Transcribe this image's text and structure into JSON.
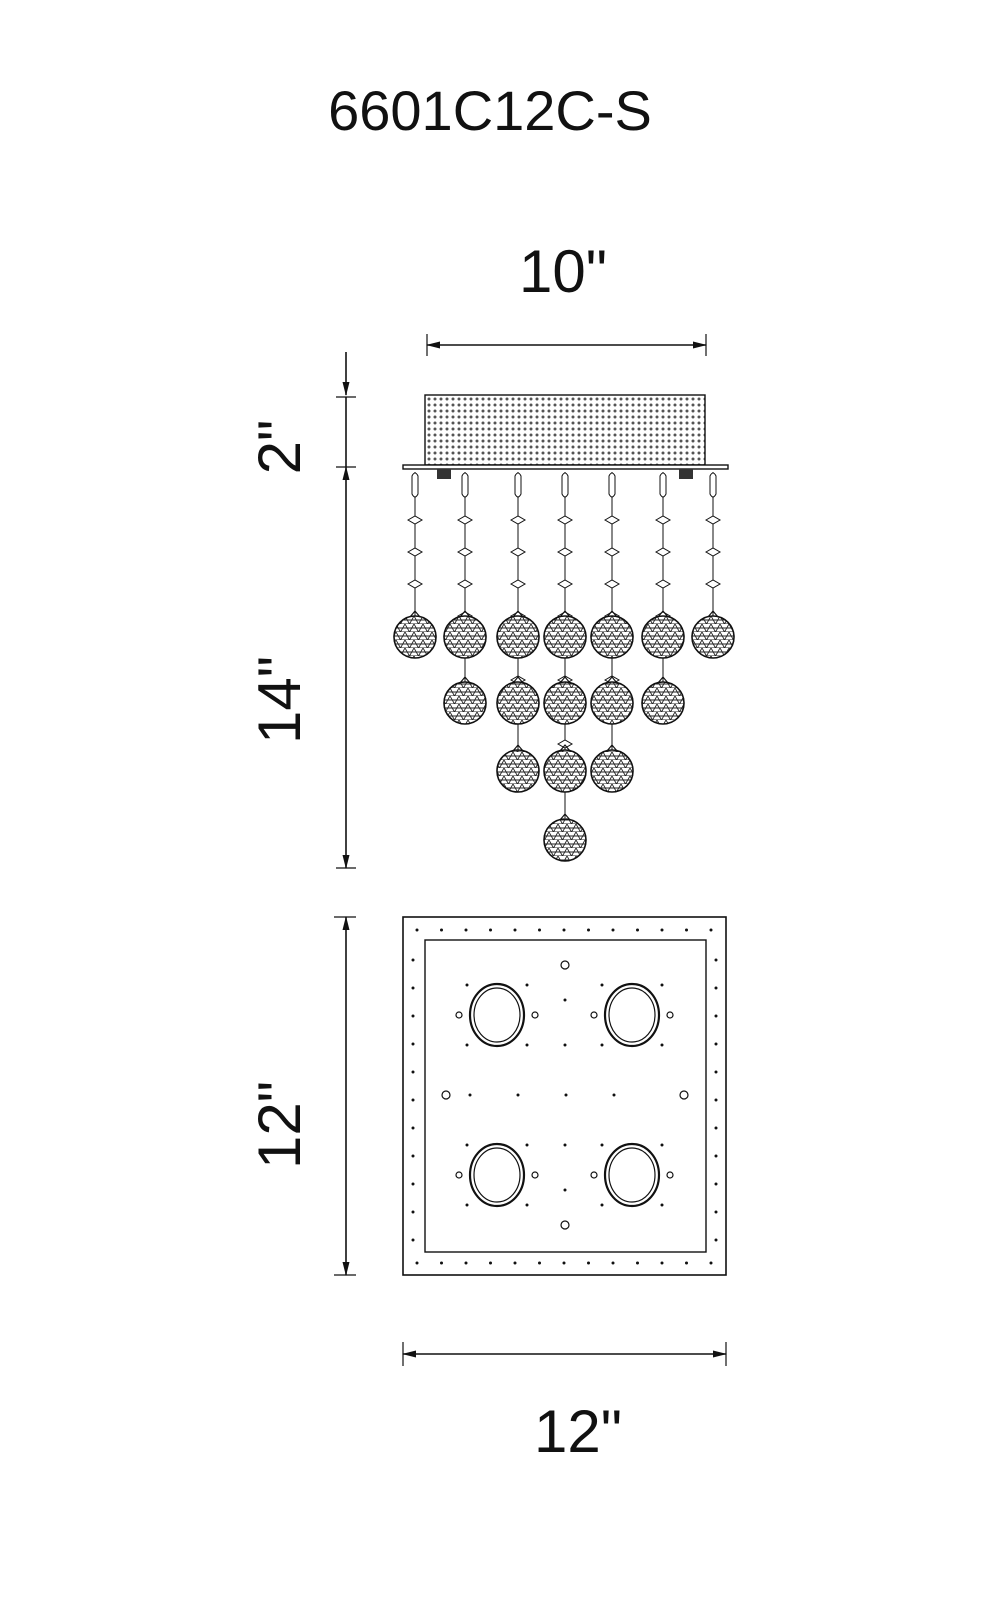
{
  "model_number": "6601C12C-S",
  "dimensions": {
    "top_width": "10\"",
    "canopy_height": "2\"",
    "drop_height": "14\"",
    "base_depth": "12\"",
    "base_width": "12\""
  },
  "colors": {
    "line": "#111111",
    "background": "#ffffff"
  }
}
